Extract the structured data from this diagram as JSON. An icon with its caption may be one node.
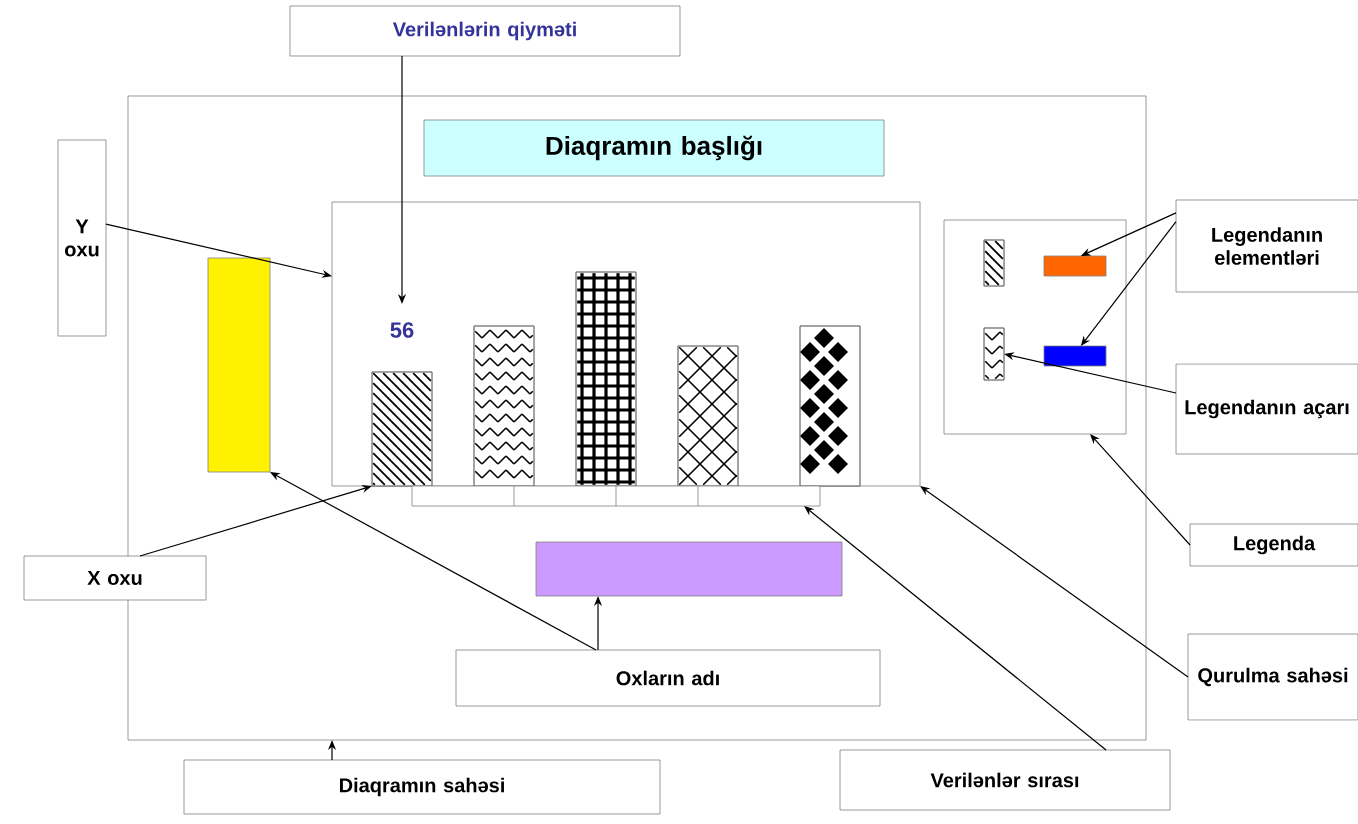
{
  "diagram": {
    "nodes": [
      {
        "text": [
          "Verilənlərin qiyməti"
        ]
      },
      {
        "text": [],
        "shape": "box"
      },
      {
        "text": [
          "Diaqramın başlığı"
        ],
        "in": 1
      },
      {
        "text": [
          "Y oxu"
        ]
      },
      {
        "text": [],
        "shape": "box",
        "in": 1
      },
      {
        "text": [],
        "shape": "bar",
        "in": 1
      },
      {
        "text": [
          "56"
        ],
        "in": 4
      },
      {
        "text": [],
        "shape": "bar",
        "in": 4
      },
      {
        "text": [],
        "shape": "bar",
        "in": 4
      },
      {
        "text": [],
        "shape": "bar",
        "in": 4
      },
      {
        "text": [],
        "shape": "bar",
        "in": 4
      },
      {
        "text": [],
        "shape": "bar",
        "in": 4
      },
      {
        "text": [],
        "shape": "bar",
        "in": 1
      },
      {
        "text": [],
        "shape": "box",
        "in": 1
      },
      {
        "text": [],
        "shape": "bar",
        "in": 13
      },
      {
        "text": [],
        "shape": "bar",
        "in": 13
      },
      {
        "text": [],
        "shape": "bar",
        "in": 13
      },
      {
        "text": [],
        "shape": "bar",
        "in": 13
      },
      {
        "text": [
          "Legendanın elementləri"
        ]
      },
      {
        "text": [
          "Legendanın açarı"
        ]
      },
      {
        "text": [
          "X oxu"
        ]
      },
      {
        "text": [],
        "shape": "box",
        "in": 1
      },
      {
        "text": [
          "Legenda"
        ]
      },
      {
        "text": [
          "Oxların adı"
        ],
        "in": 1
      },
      {
        "text": [
          "Qurulma sahəsi"
        ]
      },
      {
        "text": [
          "Diaqramın sahəsi"
        ]
      },
      {
        "text": [
          "Verilənlər sırası"
        ]
      }
    ],
    "edges": [
      {
        "from": 0,
        "to": 6,
        "arrow": "to"
      },
      {
        "from": 3,
        "to": 4,
        "arrow": "to"
      },
      {
        "from": 18,
        "to": 15,
        "arrow": "to"
      },
      {
        "from": 18,
        "to": 17,
        "arrow": "to"
      },
      {
        "from": 19,
        "to": 16,
        "arrow": "to"
      },
      {
        "from": 22,
        "to": 13,
        "arrow": "to"
      },
      {
        "from": 20,
        "to": 7,
        "arrow": "to"
      },
      {
        "from": 23,
        "to": 21,
        "arrow": "to"
      },
      {
        "from": 23,
        "to": 5,
        "arrow": "to"
      },
      {
        "from": 24,
        "to": 4,
        "arrow": "to"
      },
      {
        "from": 26,
        "to": 12,
        "arrow": "to"
      },
      {
        "from": 25,
        "to": 1,
        "arrow": "to"
      }
    ]
  }
}
